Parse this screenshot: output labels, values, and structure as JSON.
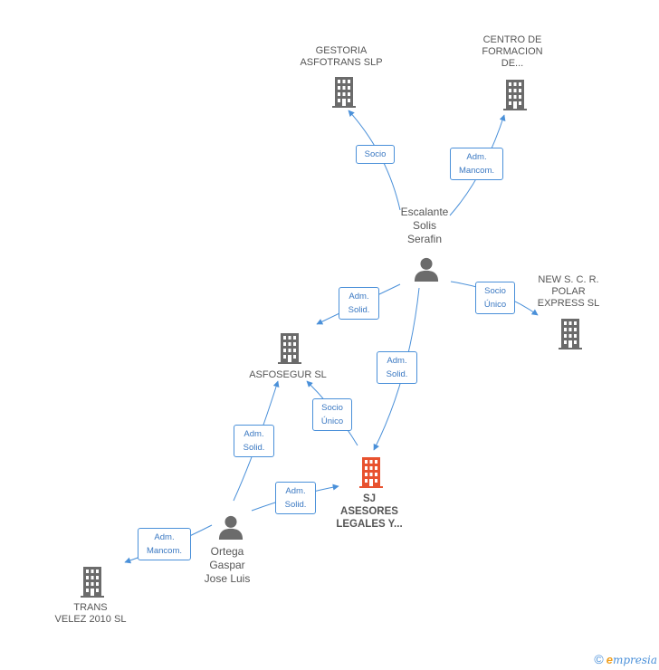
{
  "nodes": {
    "gestoria": {
      "label": "GESTORIA\nASFOTRANS SLP"
    },
    "centro": {
      "label": "CENTRO DE\nFORMACION\nDE..."
    },
    "escalante": {
      "label": "Escalante\nSolis\nSerafin"
    },
    "new_sc": {
      "label": "NEW S.  C. R.\nPOLAR\nEXPRESS SL"
    },
    "asfosegur": {
      "label": "ASFOSEGUR SL"
    },
    "sj": {
      "label": "SJ\nASESORES\nLEGALES Y..."
    },
    "ortega": {
      "label": "Ortega\nGaspar\nJose Luis"
    },
    "trans": {
      "label": "TRANS\nVELEZ 2010 SL"
    }
  },
  "edges": {
    "socio_gestoria": "Socio",
    "adm_mancom_centro": "Adm.\nMancom.",
    "adm_solid_asfosegur_esc": "Adm.\nSolid.",
    "socio_unico_new": "Socio\nÚnico",
    "adm_solid_sj_esc": "Adm.\nSolid.",
    "socio_unico_asfosegur": "Socio\nÚnico",
    "adm_solid_asfosegur_ort": "Adm.\nSolid.",
    "adm_solid_sj_ort": "Adm.\nSolid.",
    "adm_mancom_trans": "Adm.\nMancom."
  },
  "colors": {
    "edge": "#4a90d9",
    "building": "#6b6b6b",
    "main_building": "#e8522f",
    "person": "#6b6b6b"
  },
  "footer": {
    "copyright": "©",
    "brand_initial": "e",
    "brand_rest": "mpresia"
  }
}
